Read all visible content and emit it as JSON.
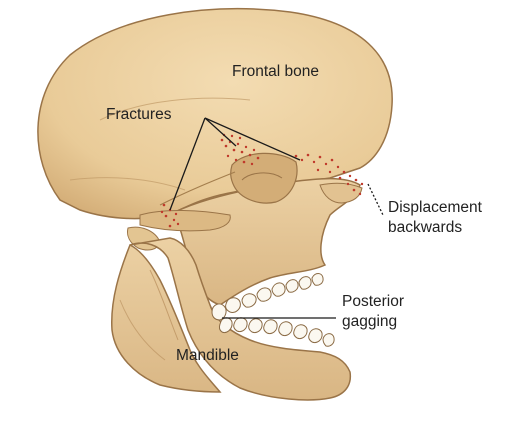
{
  "labels": {
    "frontal_bone": "Frontal bone",
    "fractures": "Fractures",
    "displacement_line1": "Displacement",
    "displacement_line2": "backwards",
    "posterior_line1": "Posterior",
    "posterior_line2": "gagging",
    "mandible": "Mandible"
  },
  "colors": {
    "bone": "#ecd1a4",
    "bone_shadow": "#d4ae78",
    "bone_outline": "#9a7448",
    "fracture_marks": "#c0392b",
    "leader_lines": "#1a1a1a",
    "text": "#222222",
    "teeth": "#fbf8f0"
  }
}
